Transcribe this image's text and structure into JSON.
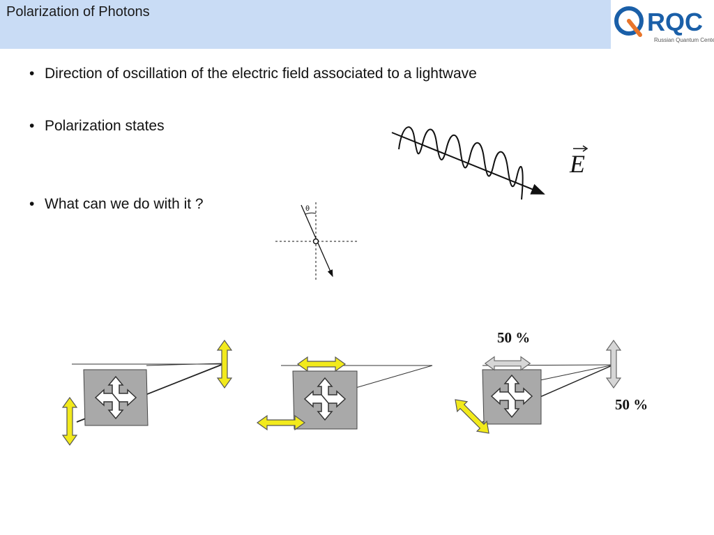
{
  "slide": {
    "title": "Polarization of Photons",
    "logo": {
      "text": "RQC",
      "subtitle": "Russian Quantum Center",
      "accent": "#1a5fa8",
      "ring": "#e8752a"
    },
    "bullets": [
      "Direction of oscillation of the electric field associated to a lightwave",
      "Polarization states",
      "What can we do with it ?"
    ],
    "bullet_symbol": "•",
    "field_symbol": "E",
    "angle_symbol": "θ",
    "beam_splitter_labels": {
      "reflected": "50 %",
      "transmitted": "50 %"
    },
    "colors": {
      "title_bar": "#c9dcf5",
      "arrow_yellow": "#f2ea1c",
      "arrow_grey": "#d6d6d6",
      "cube": "#a9a9a9"
    }
  }
}
